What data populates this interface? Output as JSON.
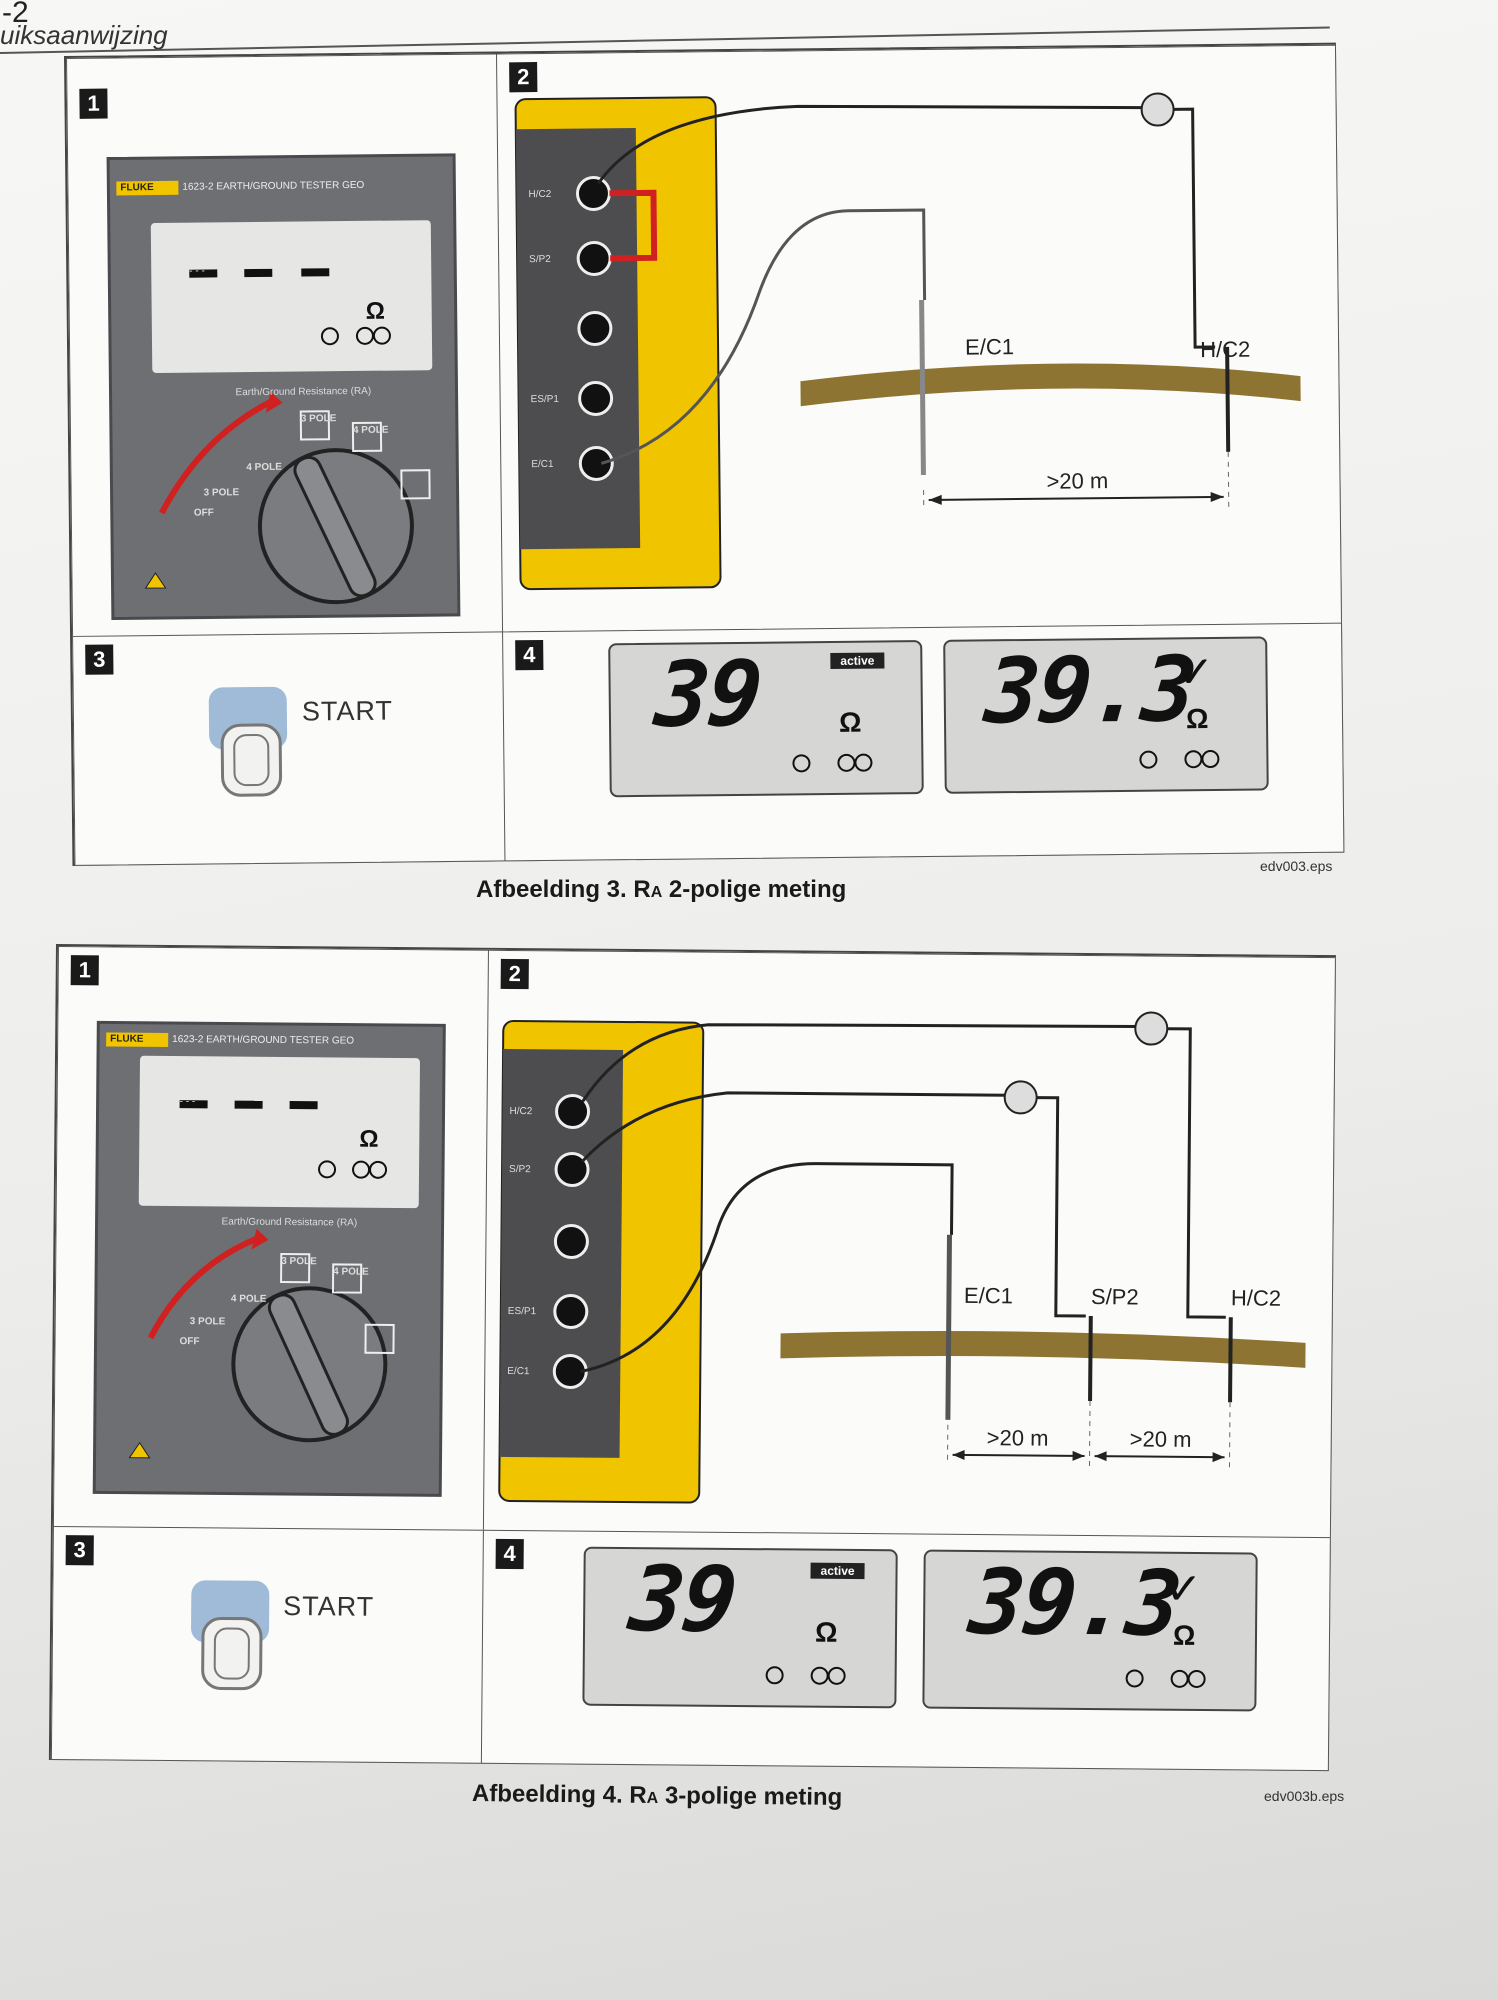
{
  "header": {
    "page_number": "-2",
    "title": "uiksaanwijzing"
  },
  "figures": [
    {
      "caption_pre": "Afbeelding 3. R",
      "caption_sub": "A",
      "caption_post": " 2-polige meting",
      "eps": "edv003.eps",
      "steps": [
        "1",
        "2",
        "3",
        "4"
      ],
      "device": {
        "brand": "FLUKE",
        "model": "1623-2 EARTH/GROUND TESTER GEO",
        "display": "- - -",
        "dial_title": "Earth/Ground Resistance (RA)",
        "dial": [
          "OFF",
          "3 POLE",
          "4 POLE",
          "3 POLE",
          "4 POLE"
        ]
      },
      "jacks": [
        "H/C2",
        "S/P2",
        "",
        "ES/P1",
        "E/C1"
      ],
      "electrodes": [
        "E/C1",
        "H/C2"
      ],
      "distances": [
        ">20 m"
      ],
      "start_label": "START",
      "lcd1": {
        "value": "39",
        "badge": "active",
        "unit": "Ω"
      },
      "lcd2": {
        "value": "39.3",
        "check": "✓",
        "unit": "Ω"
      }
    },
    {
      "caption_pre": "Afbeelding 4. R",
      "caption_sub": "A",
      "caption_post": " 3-polige meting",
      "eps": "edv003b.eps",
      "steps": [
        "1",
        "2",
        "3",
        "4"
      ],
      "device": {
        "brand": "FLUKE",
        "model": "1623-2 EARTH/GROUND TESTER GEO",
        "display": "- - -",
        "dial_title": "Earth/Ground Resistance (RA)",
        "dial": [
          "OFF",
          "3 POLE",
          "4 POLE",
          "3 POLE",
          "4 POLE"
        ]
      },
      "jacks": [
        "H/C2",
        "S/P2",
        "",
        "ES/P1",
        "E/C1"
      ],
      "electrodes": [
        "E/C1",
        "S/P2",
        "H/C2"
      ],
      "distances": [
        ">20 m",
        ">20 m"
      ],
      "start_label": "START",
      "lcd1": {
        "value": "39",
        "badge": "active",
        "unit": "Ω"
      },
      "lcd2": {
        "value": "39.3",
        "check": "✓",
        "unit": "Ω"
      }
    }
  ]
}
